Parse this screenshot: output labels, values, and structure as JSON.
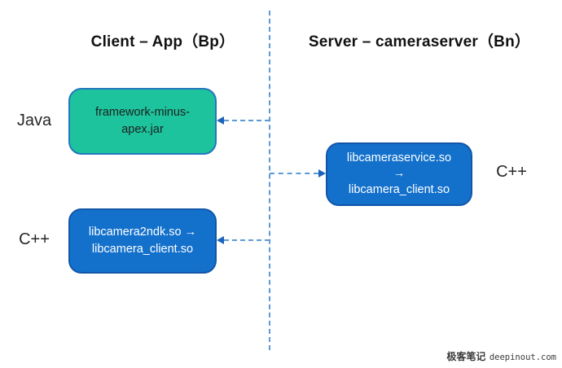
{
  "titles": {
    "client": "Client – App（Bp）",
    "server": "Server – cameraserver（Bn）"
  },
  "labels": {
    "java": "Java",
    "cpp_left": "C++",
    "cpp_right": "C++"
  },
  "boxes": {
    "framework": {
      "lines": [
        "framework-minus-",
        "apex.jar"
      ]
    },
    "ndk": {
      "lines": [
        "libcamera2ndk.so →",
        "libcamera_client.so"
      ]
    },
    "service": {
      "lines": [
        "libcameraservice.so",
        "→",
        "libcamera_client.so"
      ]
    }
  },
  "watermark": {
    "cn": "极客笔记",
    "site": "deepinout.com"
  },
  "colors": {
    "green_fill": "#1cc39c",
    "green_border": "#2377be",
    "blue_fill": "#1371cc",
    "blue_border": "#1256a8",
    "line_blue": "#5b9bd5",
    "arrow_blue": "#1b63bb",
    "text_dark": "#1f1f1f",
    "box_text_light": "#ffffff"
  }
}
